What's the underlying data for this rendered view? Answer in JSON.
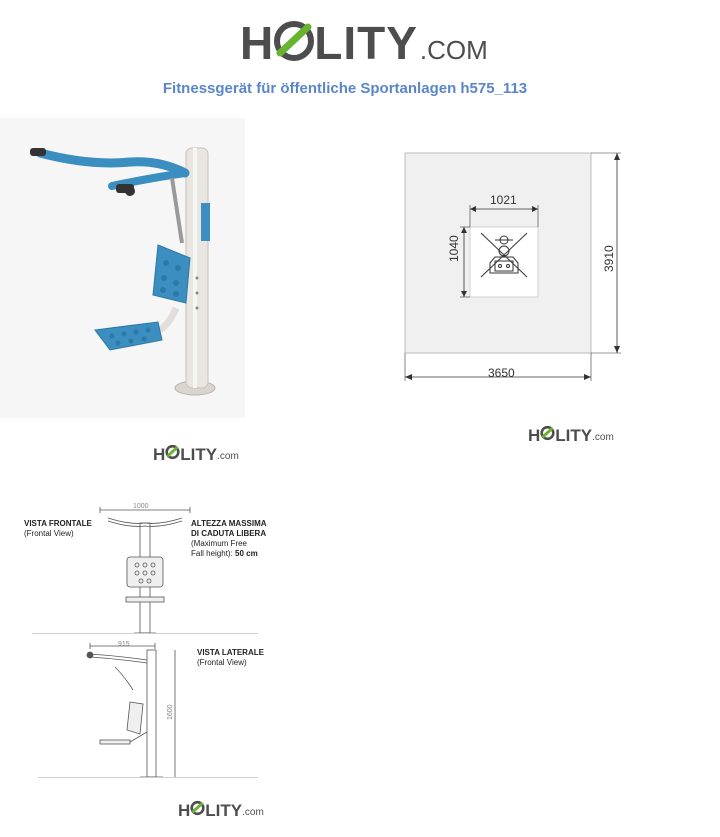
{
  "brand": {
    "name": "H  LITY",
    "dotcom": ".COM",
    "dotcom_small": ".com"
  },
  "title": "Fitnessgerät für öffentliche Sportanlagen h575_113",
  "plan": {
    "width_total": "3650",
    "height_total": "3910",
    "width_device": "1021",
    "height_device": "1040"
  },
  "views": {
    "front_label": "VISTA FRONTALE",
    "front_sub": "(Frontal View)",
    "front_width": "1000",
    "fall_label_1": "ALTEZZA MASSIMA",
    "fall_label_2": "DI CADUTA LIBERA",
    "fall_sub_1": "(Maximum Free",
    "fall_sub_2": "Fall height): ",
    "fall_value": "50 cm",
    "side_label": "VISTA LATERALE",
    "side_sub": "(Frontal View)",
    "side_width": "915",
    "side_height": "1600"
  },
  "colors": {
    "accent_blue": "#5a86c9",
    "equipment_blue": "#3a8fc0",
    "logo_green": "#69b42e",
    "logo_gray": "#4d4d4d"
  }
}
